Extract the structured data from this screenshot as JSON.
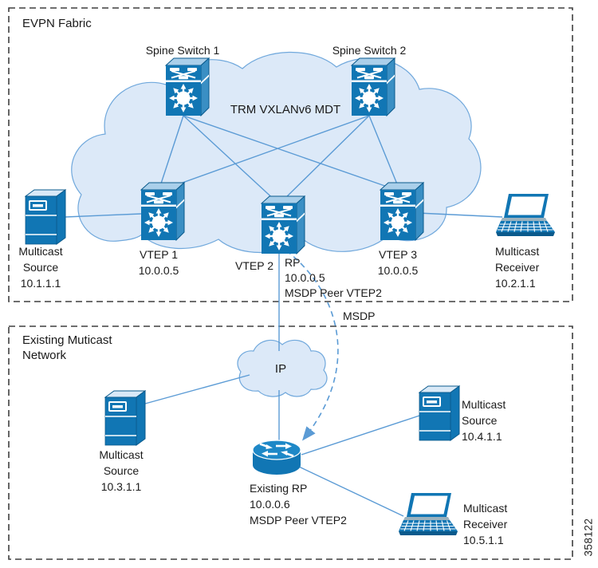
{
  "fabric": {
    "title": "EVPN Fabric",
    "cloud_label": "TRM VXLANv6 MDT",
    "spine1_label": "Spine Switch 1",
    "spine2_label": "Spine Switch 2",
    "vtep1": {
      "name": "VTEP 1",
      "ip": "10.0.0.5"
    },
    "vtep2": {
      "name": "VTEP 2",
      "role": "RP",
      "ip": "10.0.0.5",
      "msdp": "MSDP Peer VTEP2"
    },
    "vtep3": {
      "name": "VTEP 3",
      "ip": "10.0.0.5"
    },
    "multicast_source": {
      "line1": "Multicast",
      "line2": "Source",
      "ip": "10.1.1.1"
    },
    "multicast_receiver": {
      "line1": "Multicast",
      "line2": "Receiver",
      "ip": "10.2.1.1"
    }
  },
  "msdp_link_label": "MSDP",
  "existing_network": {
    "title_line1": "Existing Muticast",
    "title_line2": "Network",
    "ip_cloud_label": "IP",
    "source_left": {
      "line1": "Multicast",
      "line2": "Source",
      "ip": "10.3.1.1"
    },
    "source_right": {
      "line1": "Multicast",
      "line2": "Source",
      "ip": "10.4.1.1"
    },
    "receiver": {
      "line1": "Multicast",
      "line2": "Receiver",
      "ip": "10.5.1.1"
    },
    "existing_rp": {
      "name": "Existing RP",
      "ip": "10.0.0.6",
      "msdp": "MSDP Peer VTEP2"
    }
  },
  "figure_number": "358122",
  "icons": {
    "switch": "spine-leaf-switch-3d-box-with-crossbar-and-hub-arrows",
    "server": "server-tower-3d",
    "laptop": "laptop-host",
    "router": "router-cylinder-pinwheel-arrows",
    "cloud": "network-cloud"
  },
  "colors": {
    "icon_blue": "#1176B4",
    "icon_blue_side": "#3A8FC4",
    "icon_blue_dark": "#0A5A8C",
    "icon_blue_light": "#AACFEA",
    "server_top": "#D9E9F7",
    "router_top": "#1E88C7",
    "cloud_fill": "#DCE9F8",
    "cloud_stroke": "#70A8DC",
    "link_line": "#5B9BD5",
    "border_dash": "#3F3F3F",
    "text": "#1A1A1A"
  }
}
